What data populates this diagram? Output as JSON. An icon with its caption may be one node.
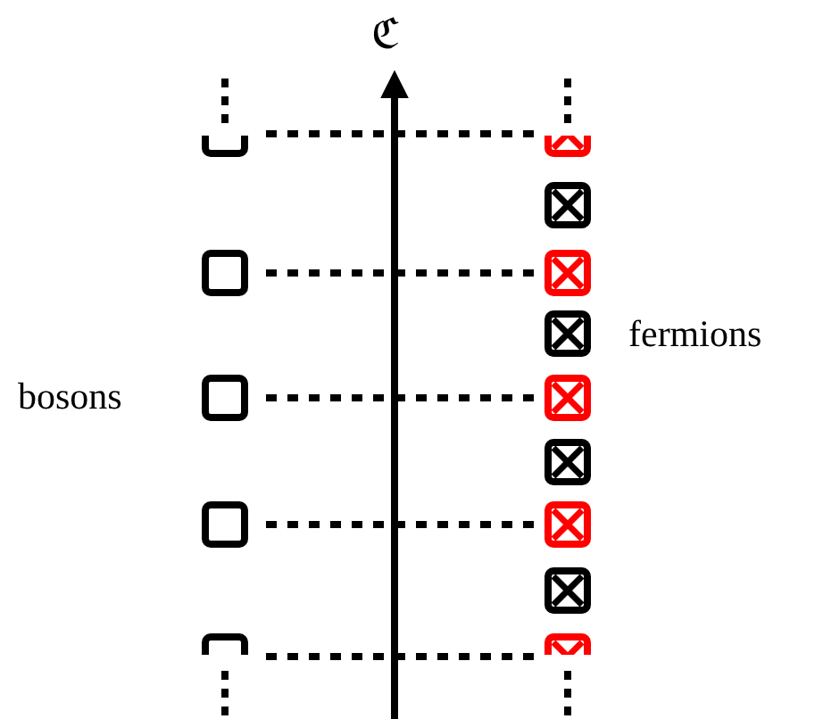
{
  "diagram": {
    "nodes": [
      {
        "text": [],
        "shape": "box"
      },
      {
        "text": [],
        "shape": "box"
      },
      {
        "text": [],
        "shape": "box"
      },
      {
        "text": [],
        "shape": "box"
      },
      {
        "text": [],
        "shape": "box"
      },
      {
        "text": [],
        "shape": "box"
      },
      {
        "text": [],
        "shape": "box"
      },
      {
        "text": [],
        "shape": "box"
      },
      {
        "text": [],
        "shape": "box"
      },
      {
        "text": [],
        "shape": "box"
      },
      {
        "text": [],
        "shape": "box"
      },
      {
        "text": [],
        "shape": "box"
      },
      {
        "text": [],
        "shape": "box"
      },
      {
        "text": [],
        "shape": "box"
      }
    ],
    "edges": [
      {
        "from": 0,
        "to": 5,
        "arrow": "none",
        "style": "dashed"
      },
      {
        "from": 1,
        "to": 7,
        "arrow": "none",
        "style": "dashed"
      },
      {
        "from": 2,
        "to": 9,
        "arrow": "none",
        "style": "dashed"
      },
      {
        "from": 3,
        "to": 11,
        "arrow": "none",
        "style": "dashed"
      },
      {
        "from": 4,
        "to": 13,
        "arrow": "none",
        "style": "dashed"
      }
    ],
    "labels": [
      "ℭ",
      "fermions",
      "bosons"
    ]
  }
}
